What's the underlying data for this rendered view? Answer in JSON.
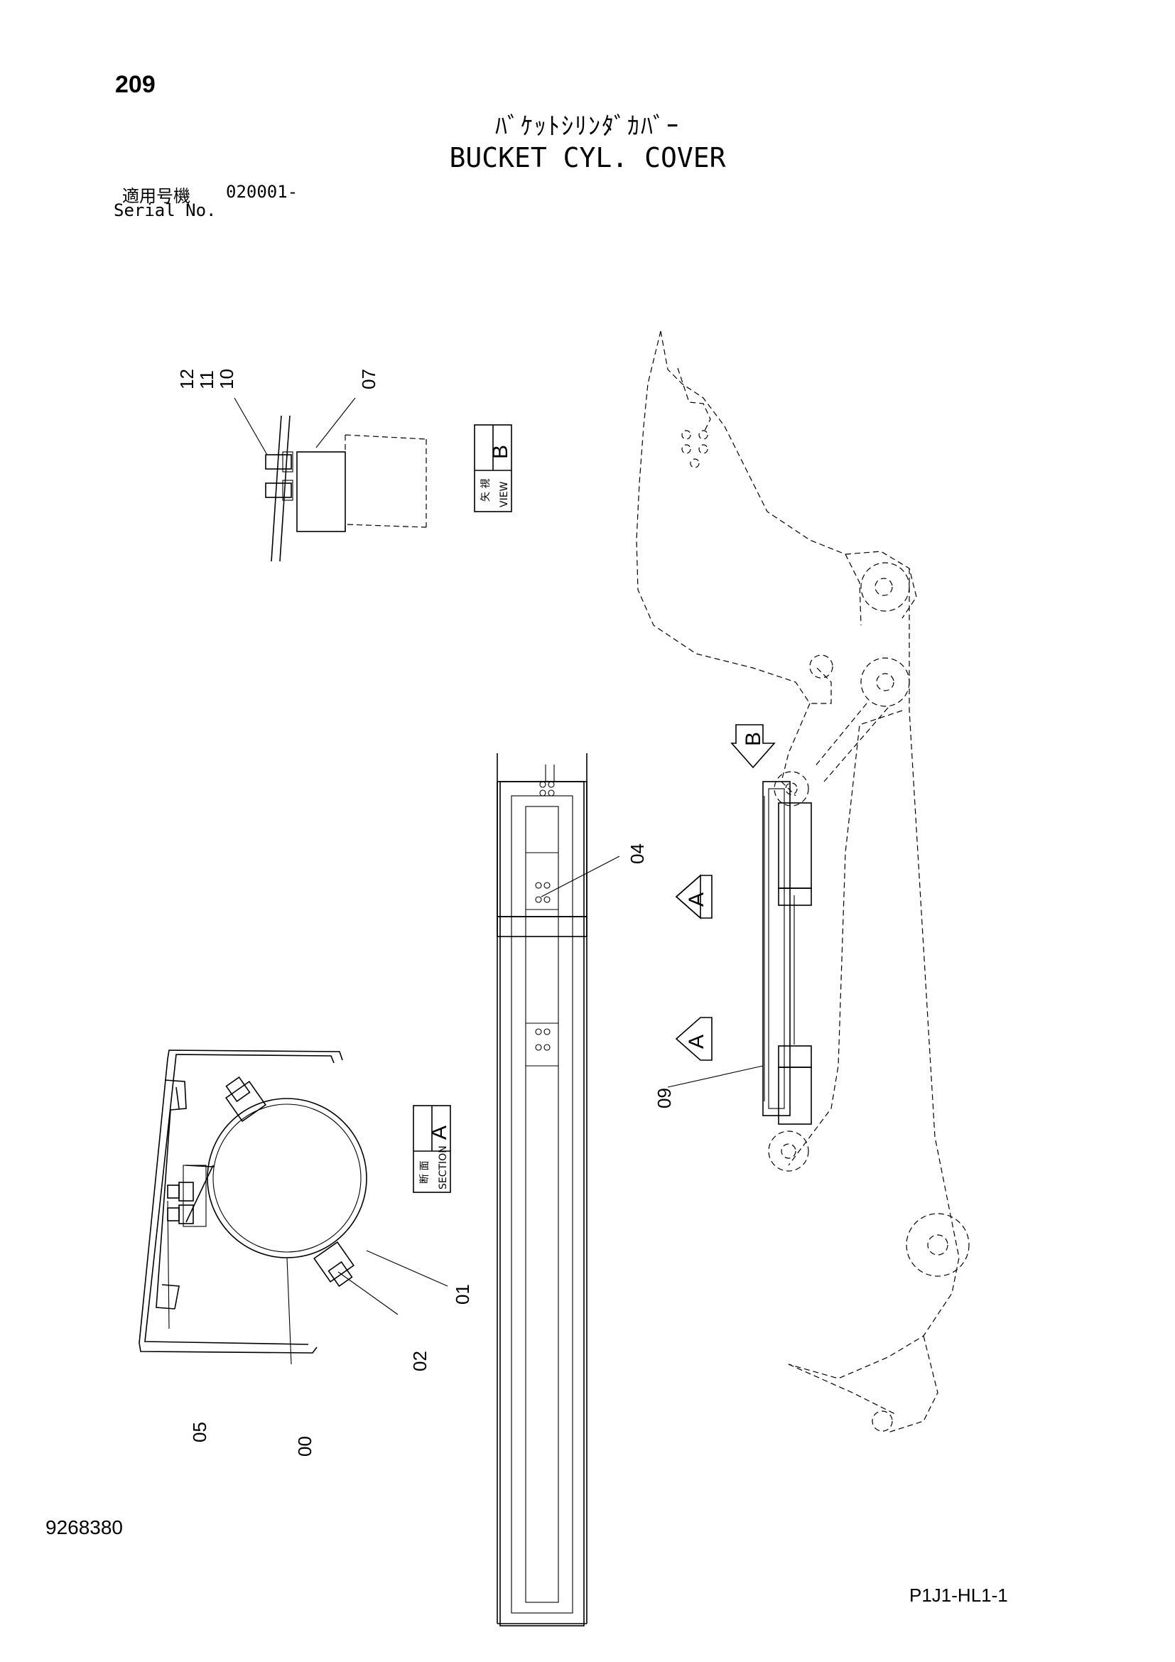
{
  "page": {
    "page_number": "209",
    "title_jp": "ﾊﾞｹｯﾄｼﾘﾝﾀﾞｶﾊﾞｰ",
    "title_en": "BUCKET CYL. COVER",
    "serial_label_jp": "適用号機",
    "serial_value": "020001-",
    "serial_label_en": "Serial No.",
    "document_number": "9268380",
    "sheet_code": "P1J1-HL1-1"
  },
  "views": {
    "view_b": {
      "label_jp": "矢 視",
      "label_en": "VIEW",
      "letter": "B"
    },
    "section_a": {
      "label_jp": "断 面",
      "label_en": "SECTION",
      "letter": "A"
    },
    "arrow_b": {
      "letter": "B"
    },
    "arrow_a1": {
      "letter": "A"
    },
    "arrow_a2": {
      "letter": "A"
    }
  },
  "callouts": {
    "c12": "12",
    "c11": "11",
    "c10": "10",
    "c07": "07",
    "c04": "04",
    "c09": "09",
    "c01": "01",
    "c02": "02",
    "c05": "05",
    "c00": "00"
  },
  "colors": {
    "line": "#000000",
    "background": "#ffffff"
  }
}
